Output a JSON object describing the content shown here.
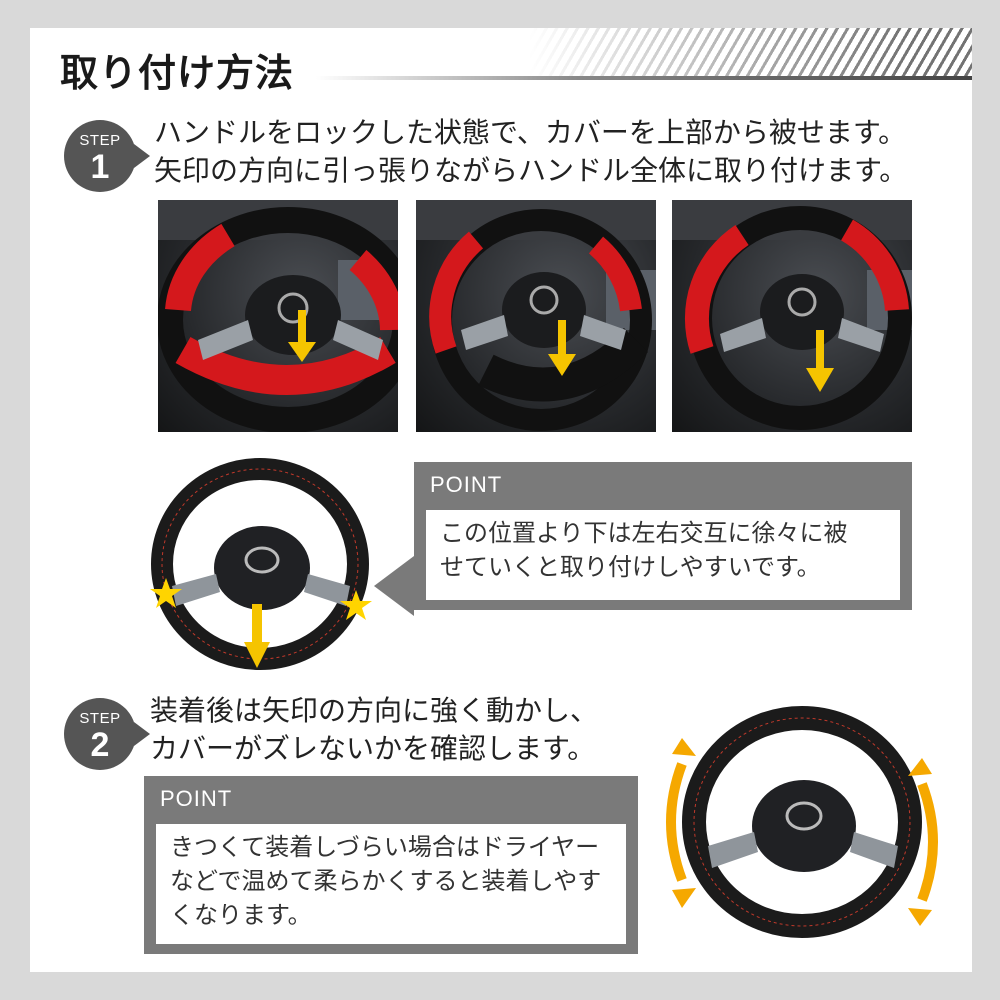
{
  "title": "取り付け方法",
  "step1": {
    "badge_word": "STEP",
    "badge_number": "1",
    "line1": "ハンドルをロックした状態で、カバーを上部から被せます。",
    "line2": "矢印の方向に引っ張りながらハンドル全体に取り付けます。",
    "point": {
      "label": "POINT",
      "line1": "この位置より下は左右交互に徐々に被",
      "line2": "せていくと取り付けしやすいです。"
    }
  },
  "step2": {
    "badge_word": "STEP",
    "badge_number": "2",
    "line1": "装着後は矢印の方向に強く動かし、",
    "line2": "カバーがズレないかを確認します。",
    "point": {
      "label": "POINT",
      "line1": "きつくて装着しづらい場合はドライヤー",
      "line2": "などで温めて柔らかくすると装着しやす",
      "line3": "くなります。"
    }
  },
  "colors": {
    "badge": "#555555",
    "point_box": "#7a7a7a",
    "cover_red": "#d4181c",
    "arrow_yellow": "#f5c400",
    "star_yellow": "#ffd400"
  },
  "icons": [
    "star-icon",
    "down-arrow-icon",
    "rotate-arrow-icon"
  ]
}
